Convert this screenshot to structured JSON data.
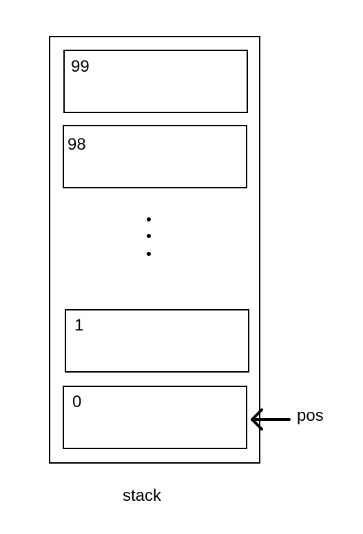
{
  "stack": {
    "slots": [
      {
        "label": "99"
      },
      {
        "label": "98"
      },
      {
        "label": "1"
      },
      {
        "label": "0"
      }
    ],
    "caption": "stack"
  },
  "pointer": {
    "label": "pos",
    "points_to": "0"
  }
}
